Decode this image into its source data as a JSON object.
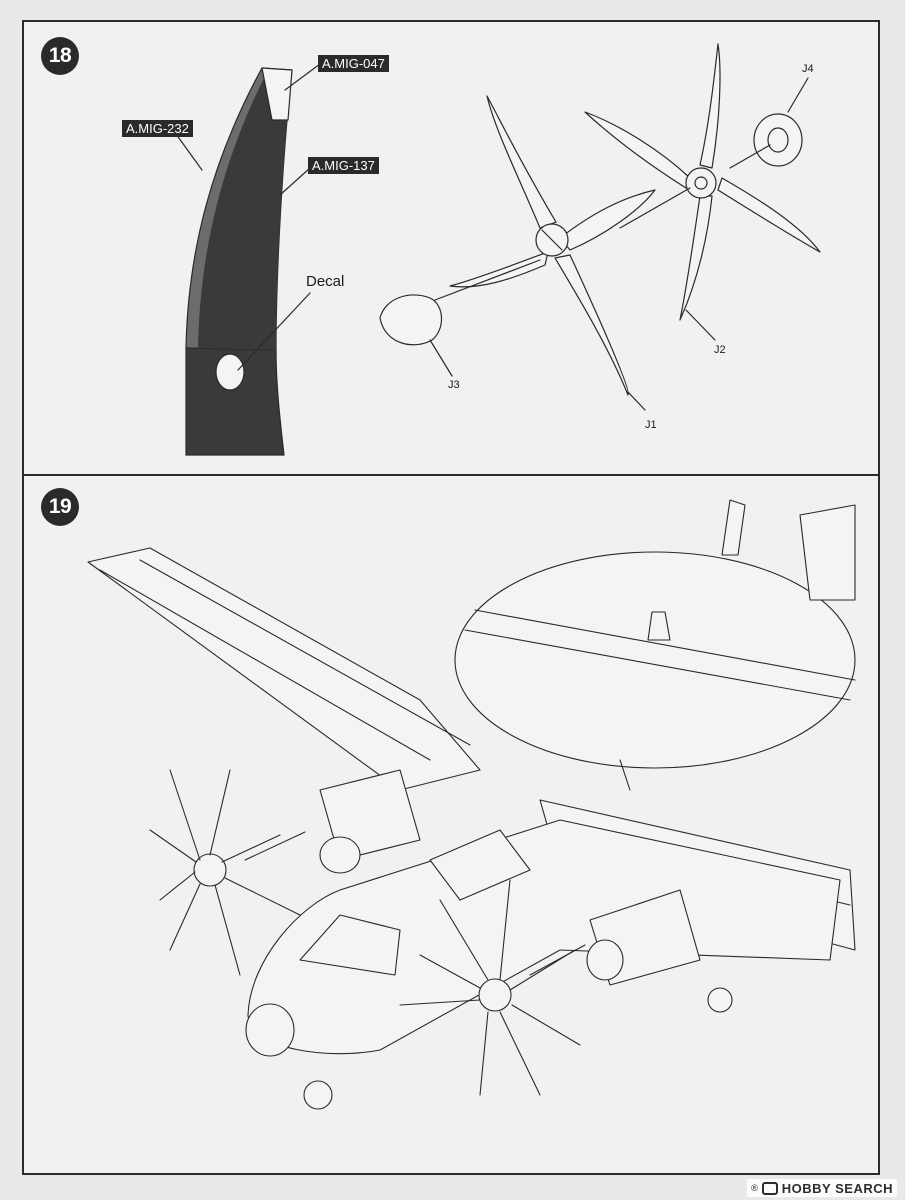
{
  "steps": {
    "step18": {
      "number": "18",
      "paints": {
        "top": "A.MIG-047",
        "left": "A.MIG-232",
        "right": "A.MIG-137"
      },
      "decal_label": "Decal",
      "parts": [
        "J4",
        "J2",
        "J3",
        "J1"
      ]
    },
    "step19": {
      "number": "19"
    }
  },
  "watermark": {
    "registered": "®",
    "text": "HOBBY SEARCH"
  },
  "colors": {
    "ink": "#2a2a2a",
    "paper": "#f1f1ef",
    "panel_dark": "#3a3a3a",
    "panel_mid": "#6a6a6a"
  }
}
